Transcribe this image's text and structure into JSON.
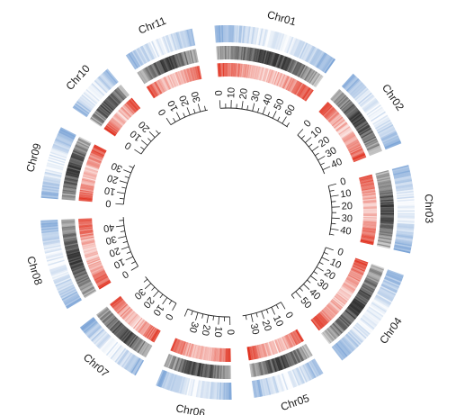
{
  "figure": {
    "colors": {
      "outer_track": "#2f6fbf",
      "middle_track": "#1c1c1c",
      "inner_track": "#e0301e",
      "axis": "#222222",
      "text": "#1a1a1a"
    }
  },
  "chromosomes": [
    {
      "name": "Chr01",
      "length": 66,
      "major_ticks": [
        0,
        10,
        20,
        30,
        40,
        50,
        60
      ]
    },
    {
      "name": "Chr02",
      "length": 44,
      "major_ticks": [
        0,
        10,
        20,
        30,
        40
      ]
    },
    {
      "name": "Chr03",
      "length": 46,
      "major_ticks": [
        0,
        10,
        20,
        30,
        40
      ]
    },
    {
      "name": "Chr04",
      "length": 55,
      "major_ticks": [
        0,
        10,
        20,
        30,
        40,
        50
      ]
    },
    {
      "name": "Chr05",
      "length": 38,
      "major_ticks": [
        0,
        10,
        20,
        30
      ]
    },
    {
      "name": "Chr06",
      "length": 40,
      "major_ticks": [
        0,
        10,
        20,
        30
      ]
    },
    {
      "name": "Chr07",
      "length": 38,
      "major_ticks": [
        0,
        10,
        20,
        30
      ]
    },
    {
      "name": "Chr08",
      "length": 48,
      "major_ticks": [
        0,
        10,
        20,
        30,
        40
      ]
    },
    {
      "name": "Chr09",
      "length": 38,
      "major_ticks": [
        0,
        10,
        20,
        30
      ]
    },
    {
      "name": "Chr10",
      "length": 27,
      "major_ticks": [
        0,
        10,
        20
      ]
    },
    {
      "name": "Chr11",
      "length": 37,
      "major_ticks": [
        0,
        10,
        20,
        30
      ]
    }
  ]
}
